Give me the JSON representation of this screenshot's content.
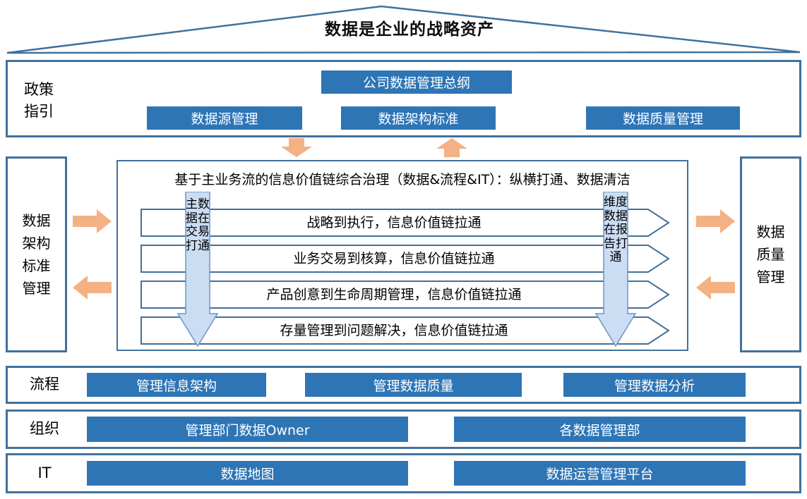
{
  "colors": {
    "box_blue": "#2E75B6",
    "border_blue": "#41719C",
    "flow_arrow_fill": "#CBDDF2",
    "flow_arrow_border": "#6B93C9",
    "orange_arrow": "#F4B183"
  },
  "roof": {
    "title": "数据是企业的战略资产"
  },
  "policy_band": {
    "label": "政策指引",
    "main_box": "公司数据管理总纲",
    "boxes": [
      "数据源管理",
      "数据架构标准",
      "数据质量管理"
    ]
  },
  "middle": {
    "left_box": "数据架构标准管理",
    "right_box": "数据质量管理",
    "title": "基于主业务流的信息价值链综合治理（数据&流程&IT）：纵横打通、数据清洁",
    "left_flow_arrow": "主数据在交易打通",
    "right_flow_arrow": "维度数据在报告打通",
    "bars": [
      "战略到执行，信息价值链拉通",
      "业务交易到核算，信息价值链拉通",
      "产品创意到生命周期管理，信息价值链拉通",
      "存量管理到问题解决，信息价值链拉通"
    ]
  },
  "bottom_bands": [
    {
      "label": "流程",
      "boxes": [
        "管理信息架构",
        "管理数据质量",
        "管理数据分析"
      ]
    },
    {
      "label": "组织",
      "boxes": [
        "管理部门数据Owner",
        "各数据管理部"
      ]
    },
    {
      "label": "IT",
      "boxes": [
        "数据地图",
        "数据运营管理平台"
      ]
    }
  ]
}
